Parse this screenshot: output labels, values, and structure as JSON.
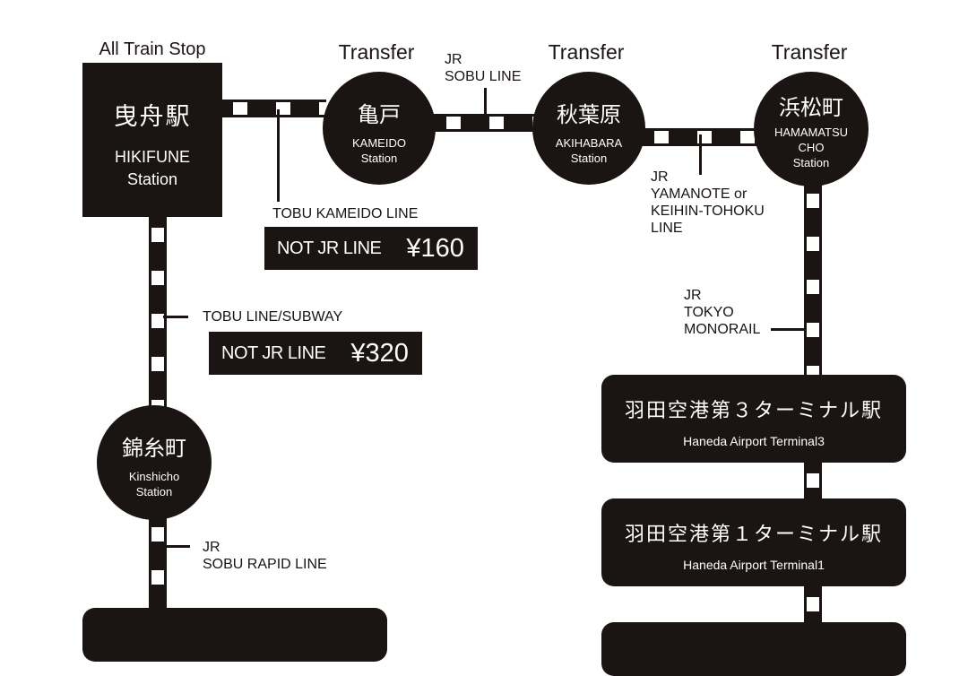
{
  "headers": {
    "all_train_stop": "All Train Stop",
    "transfer_1": "Transfer",
    "transfer_2": "Transfer",
    "transfer_3": "Transfer"
  },
  "stations": {
    "hikifune": {
      "jp": "曳舟駅",
      "en": "HIKIFUNE\nStation"
    },
    "kameido": {
      "jp": "亀戸",
      "en": "KAMEIDO\nStation"
    },
    "akihabara": {
      "jp": "秋葉原",
      "en": "AKIHABARA\nStation"
    },
    "hamamatsucho": {
      "jp": "浜松町",
      "en": "HAMAMATSU\nCHO\nStation"
    },
    "kinshicho": {
      "jp": "錦糸町",
      "en": "Kinshicho\nStation"
    },
    "haneda_t3": {
      "jp": "羽田空港第３ターミナル駅",
      "en": "Haneda Airport Terminal3"
    },
    "haneda_t1": {
      "jp": "羽田空港第１ターミナル駅",
      "en": "Haneda Airport Terminal1"
    }
  },
  "lines": {
    "tobu_kameido": "TOBU KAMEIDO LINE",
    "jr_sobu": "JR\nSOBU LINE",
    "jr_yamanote": "JR\nYAMANOTE or\nKEIHIN-TOHOKU\nLINE",
    "jr_monorail": "JR\nTOKYO\nMONORAIL",
    "tobu_subway": "TOBU LINE/SUBWAY",
    "jr_sobu_rapid": "JR\nSOBU RAPID LINE"
  },
  "fares": {
    "kameido": {
      "label": "NOT JR LINE",
      "price": "¥160"
    },
    "subway": {
      "label": "NOT JR LINE",
      "price": "¥320"
    }
  },
  "colors": {
    "ink": "#1a1412",
    "paper": "#ffffff"
  }
}
